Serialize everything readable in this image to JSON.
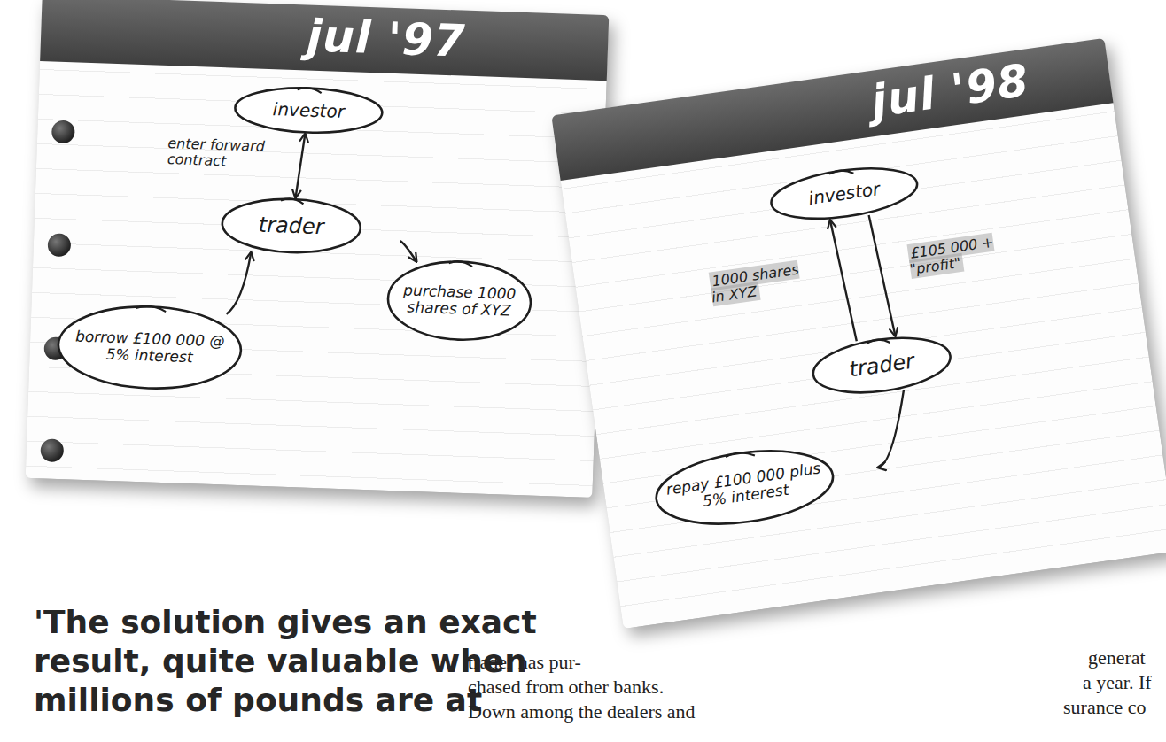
{
  "diagram": {
    "nodes": [
      {
        "text": [
          "jul '97"
        ]
      },
      {
        "text": [
          "investor"
        ],
        "in": 0
      },
      {
        "text": [
          "trader"
        ],
        "in": 0
      },
      {
        "text": [
          "borrow £100 000 @ 5% interest"
        ],
        "in": 0
      },
      {
        "text": [
          "purchase 1000 shares of XYZ"
        ],
        "in": 0
      },
      {
        "text": [
          "jul '98"
        ]
      },
      {
        "text": [
          "investor"
        ],
        "in": 5
      },
      {
        "text": [
          "trader"
        ],
        "in": 5
      },
      {
        "text": [
          "repay £100 000 plus 5% interest"
        ],
        "in": 5
      }
    ],
    "edges": [
      {
        "from": 1,
        "to": 2,
        "label": "enter forward contract",
        "arrow": "both"
      },
      {
        "from": 3,
        "to": 2,
        "arrow": "to"
      },
      {
        "from": 2,
        "to": 4,
        "arrow": "to"
      },
      {
        "from": 7,
        "to": 6,
        "label": "1000 shares in XYZ",
        "arrow": "to"
      },
      {
        "from": 6,
        "to": 7,
        "label": "£105 000 + \"profit\"",
        "arrow": "to"
      },
      {
        "from": 7,
        "to": 8,
        "arrow": "to"
      }
    ],
    "labels": [
      "'The solution gives an exact",
      "result, quite valuable when",
      "millions of pounds are at",
      "trader has pur-",
      "chased from other banks.",
      "Down among the dealers and",
      "generat",
      "a year. If",
      "surance co"
    ]
  }
}
